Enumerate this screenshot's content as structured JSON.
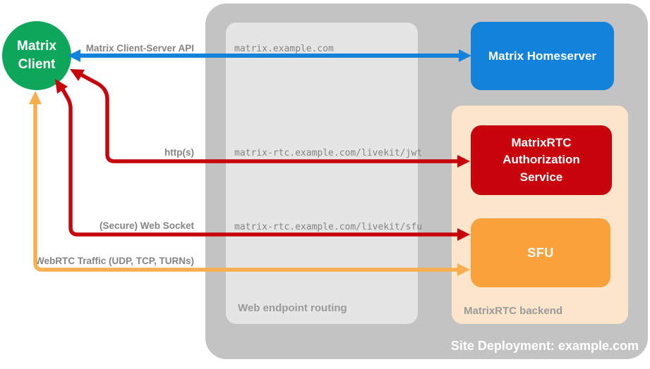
{
  "colors": {
    "green": "#0da65a",
    "blue": "#1382db",
    "red": "#c8040d",
    "orange": "#f9a23b",
    "orange_arrow": "#f8ae4d",
    "peach": "#fbe5cb",
    "gray_outer": "#c3c3c3",
    "gray_inner": "#e5e5e5",
    "text_gray": "#848484",
    "muted_gray": "#9a9a9a"
  },
  "nodes": {
    "client": {
      "label": "Matrix Client"
    },
    "homeserver": {
      "label": "Matrix Homeserver"
    },
    "auth_service": {
      "label": "MatrixRTC Authorization Service"
    },
    "sfu": {
      "label": "SFU"
    }
  },
  "containers": {
    "site": {
      "label": "Site Deployment: example.com"
    },
    "routing": {
      "label": "Web endpoint routing",
      "endpoints": [
        "matrix.example.com",
        "matrix-rtc.example.com/livekit/jwt",
        "matrix-rtc.example.com/livekit/sfu"
      ]
    },
    "backend": {
      "label": "MatrixRTC backend"
    }
  },
  "arrows": {
    "client_server_api": {
      "label": "Matrix Client-Server API",
      "color": "#1382db",
      "bidirectional": true
    },
    "https": {
      "label": "http(s)",
      "color": "#c8040d",
      "bidirectional": true
    },
    "websocket": {
      "label": "(Secure) Web Socket",
      "color": "#c8040d",
      "bidirectional": true
    },
    "webrtc": {
      "label": "WebRTC Traffic (UDP, TCP, TURNs)",
      "color": "#f8ae4d",
      "bidirectional": true
    }
  }
}
